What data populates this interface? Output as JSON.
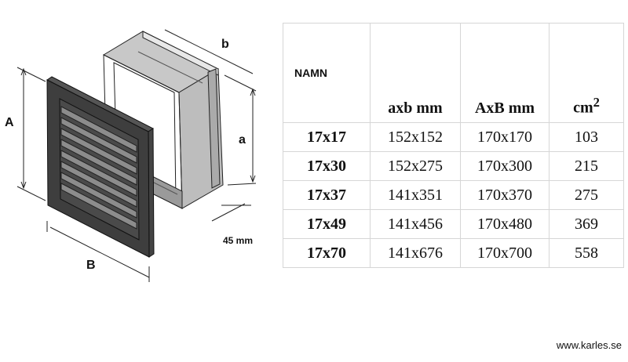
{
  "diagram": {
    "labels": {
      "A": "A",
      "B": "B",
      "a": "a",
      "b": "b",
      "depth": "45 mm"
    }
  },
  "table": {
    "headers": {
      "name": "NAMN",
      "inner": "axb mm",
      "outer": "AxB mm",
      "area": "cm",
      "area_sup": "2"
    },
    "rows": [
      [
        "17x17",
        "152x152",
        "170x170",
        "103"
      ],
      [
        "17x30",
        "152x275",
        "170x300",
        "215"
      ],
      [
        "17x37",
        "141x351",
        "170x370",
        "275"
      ],
      [
        "17x49",
        "141x456",
        "170x480",
        "369"
      ],
      [
        "17x70",
        "141x676",
        "170x700",
        "558"
      ]
    ]
  },
  "footer": {
    "website": "www.karles.se"
  }
}
